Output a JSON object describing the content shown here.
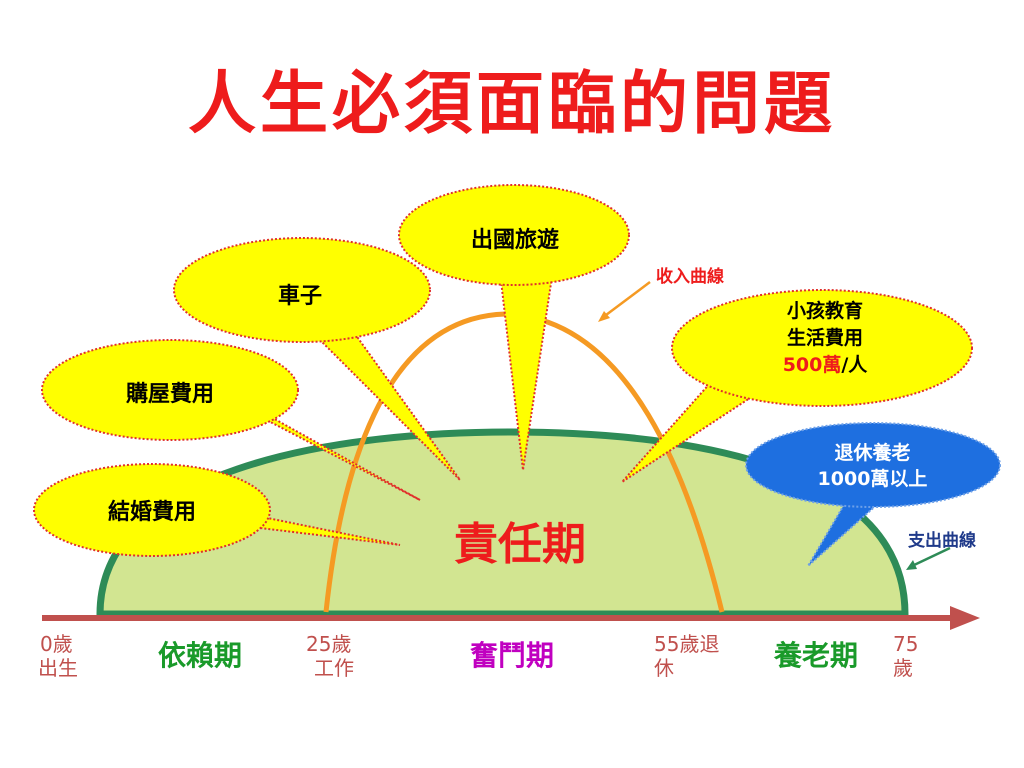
{
  "title": "人生必須面臨的問題",
  "center_label": "責任期",
  "bubbles": {
    "travel": "出國旅遊",
    "car": "車子",
    "house": "購屋費用",
    "wedding": "結婚費用",
    "child_line1": "小孩教育",
    "child_line2": "生活費用",
    "child_amount": "500萬",
    "child_unit": "/人",
    "retire_line1": "退休養老",
    "retire_line2": "1000萬以上"
  },
  "curves": {
    "income": "收入曲線",
    "expense": "支出曲線"
  },
  "axis": {
    "age0_line1": "0歲",
    "age0_line2": "出生",
    "age25_line1": "25歲",
    "age25_line2": "工作",
    "age55_line1": "55歲退",
    "age55_line2": "休",
    "age75_line1": "75",
    "age75_line2": "歲"
  },
  "phases": {
    "dependent": "依賴期",
    "struggle": "奮鬥期",
    "retirement": "養老期"
  },
  "colors": {
    "title": "#ee1c1c",
    "dome_fill": "#d2e591",
    "dome_stroke": "#2e8b57",
    "income_curve": "#f59a23",
    "bubble_yellow": "#ffff00",
    "bubble_border": "#e0302c",
    "bubble_blue": "#1e6fe0",
    "axis_arrow": "#c0504d",
    "phase_green": "#1a9a2a",
    "phase_purple": "#c000c0"
  }
}
